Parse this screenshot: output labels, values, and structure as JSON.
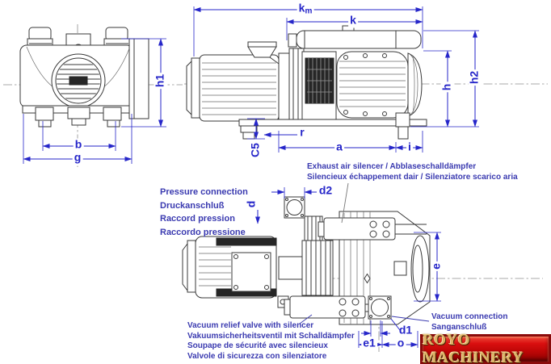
{
  "drawing": {
    "title": "vacuum-pump-dimensional-drawing",
    "views": {
      "front": "front-view",
      "side": "side-view",
      "top": "top-view"
    }
  },
  "colors": {
    "dimension_blue": "#2626c9",
    "note_blue": "#3a3ab0",
    "drawing_gray": "#3a3a3a",
    "banner_red": "#bb0606",
    "logo_gold": "#ddb266"
  },
  "dims": {
    "b": {
      "main": "b",
      "sub": ""
    },
    "g": {
      "main": "g",
      "sub": ""
    },
    "h1": {
      "main": "h1",
      "sub": ""
    },
    "km": {
      "main": "k",
      "sub": "m"
    },
    "k": {
      "main": "k",
      "sub": ""
    },
    "h": {
      "main": "h",
      "sub": ""
    },
    "h2": {
      "main": "h2",
      "sub": ""
    },
    "C5": {
      "main": "C5",
      "sub": ""
    },
    "r": {
      "main": "r",
      "sub": ""
    },
    "a": {
      "main": "a",
      "sub": ""
    },
    "i": {
      "main": "i",
      "sub": ""
    },
    "d2": {
      "main": "d2",
      "sub": ""
    },
    "d": {
      "main": "d",
      "sub": ""
    },
    "e": {
      "main": "e",
      "sub": ""
    },
    "d1": {
      "main": "d1",
      "sub": ""
    },
    "e1": {
      "main": "e1",
      "sub": ""
    },
    "o": {
      "main": "o",
      "sub": ""
    }
  },
  "notes": {
    "pressure": {
      "lines": [
        "Pressure connection",
        "Druckanschluß",
        "Raccord pression",
        "Raccordo pressione"
      ]
    },
    "exhaust": {
      "lines": [
        "Exhaust air silencer / Abblaseschalldämpfer",
        "Silencieux échappement dair / Silenziatore scarico aria"
      ]
    },
    "relief": {
      "lines": [
        "Vacuum relief valve with silencer",
        "Vakuumsicherheitsventil mit Schalldämpfer",
        "Soupape de sécurité avec silencieux",
        "Valvole di sicurezza con silenziatore"
      ]
    },
    "vacuum": {
      "lines": [
        "Vacuum connection",
        "Sanganschluß"
      ]
    }
  },
  "logo": {
    "text": "ROYO MACHINERY"
  }
}
